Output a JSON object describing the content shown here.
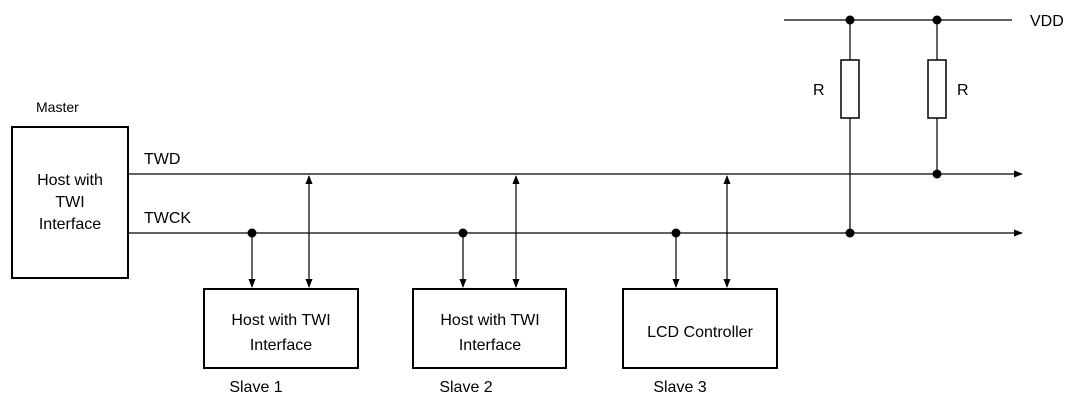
{
  "supply": {
    "label": "VDD"
  },
  "resistors": [
    {
      "label": "R"
    },
    {
      "label": "R"
    }
  ],
  "master": {
    "caption": "Master",
    "lines": [
      "Host with",
      "TWI",
      "Interface"
    ]
  },
  "buses": {
    "data": {
      "label": "TWD"
    },
    "clock": {
      "label": "TWCK"
    }
  },
  "slaves": [
    {
      "lines": [
        "Host with TWI",
        "Interface"
      ],
      "caption": "Slave 1"
    },
    {
      "lines": [
        "Host with TWI",
        "Interface"
      ],
      "caption": "Slave 2"
    },
    {
      "lines": [
        "LCD Controller"
      ],
      "caption": "Slave 3"
    }
  ]
}
